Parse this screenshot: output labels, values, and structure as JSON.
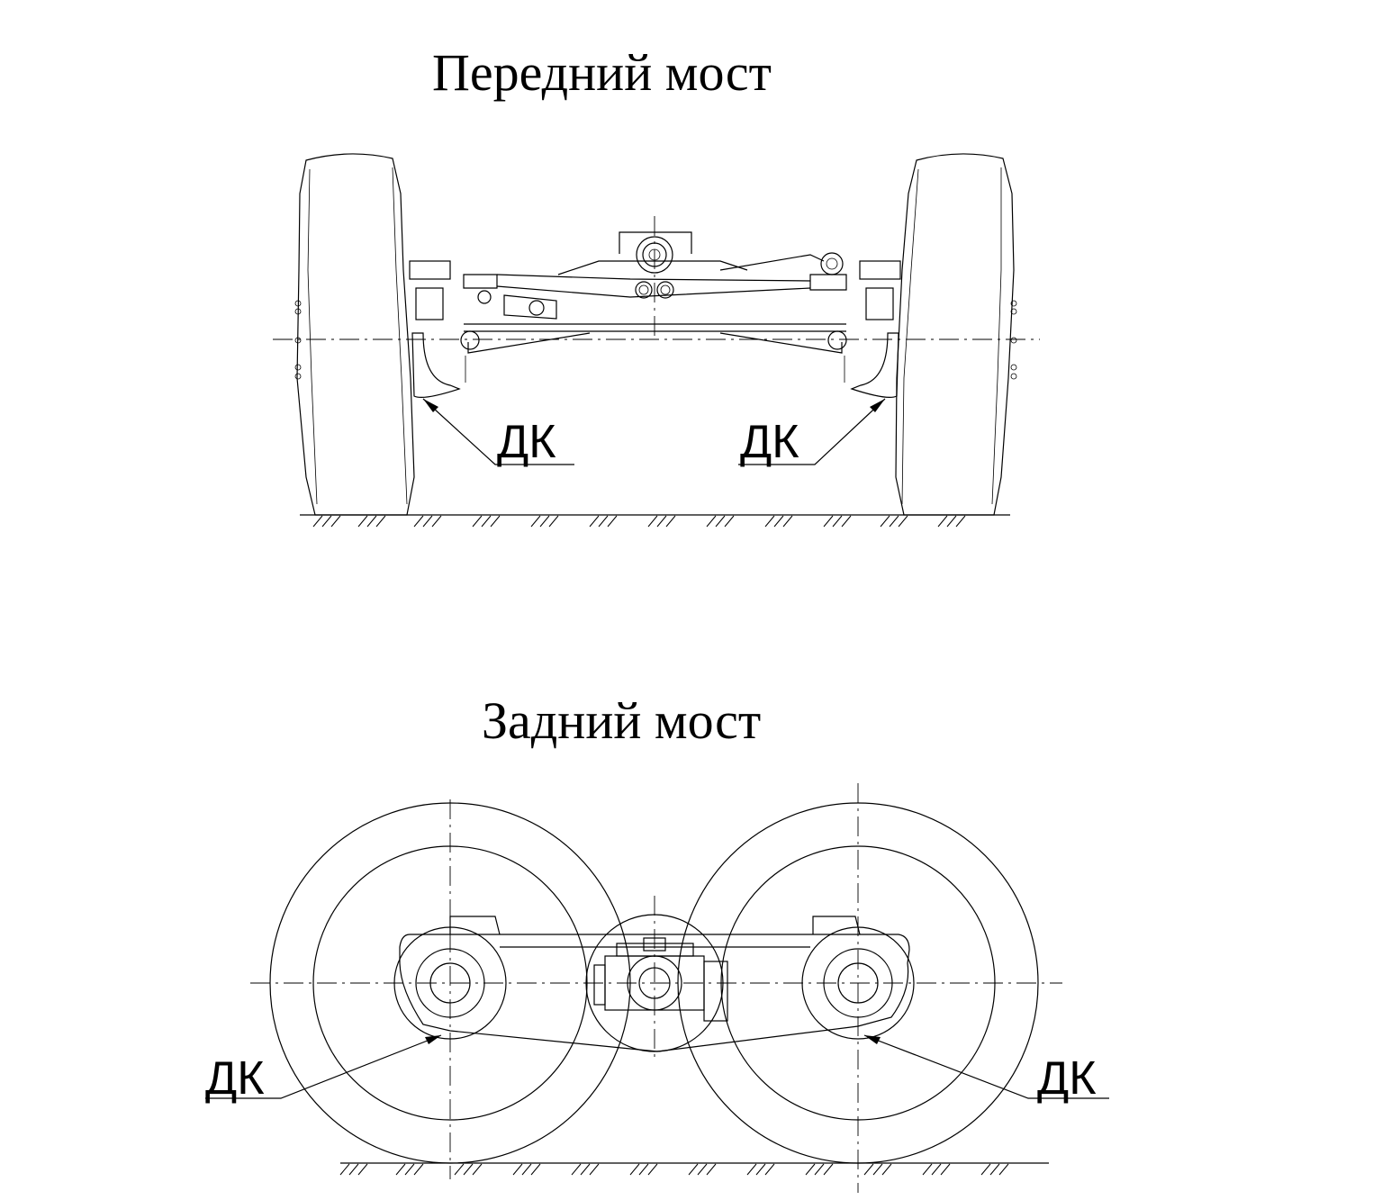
{
  "figure": {
    "front_axle": {
      "title": "Передний мост",
      "labels": [
        "ДК",
        "ДК"
      ]
    },
    "rear_axle": {
      "title": "Задний мост",
      "labels": [
        "ДК",
        "ДК"
      ]
    }
  }
}
